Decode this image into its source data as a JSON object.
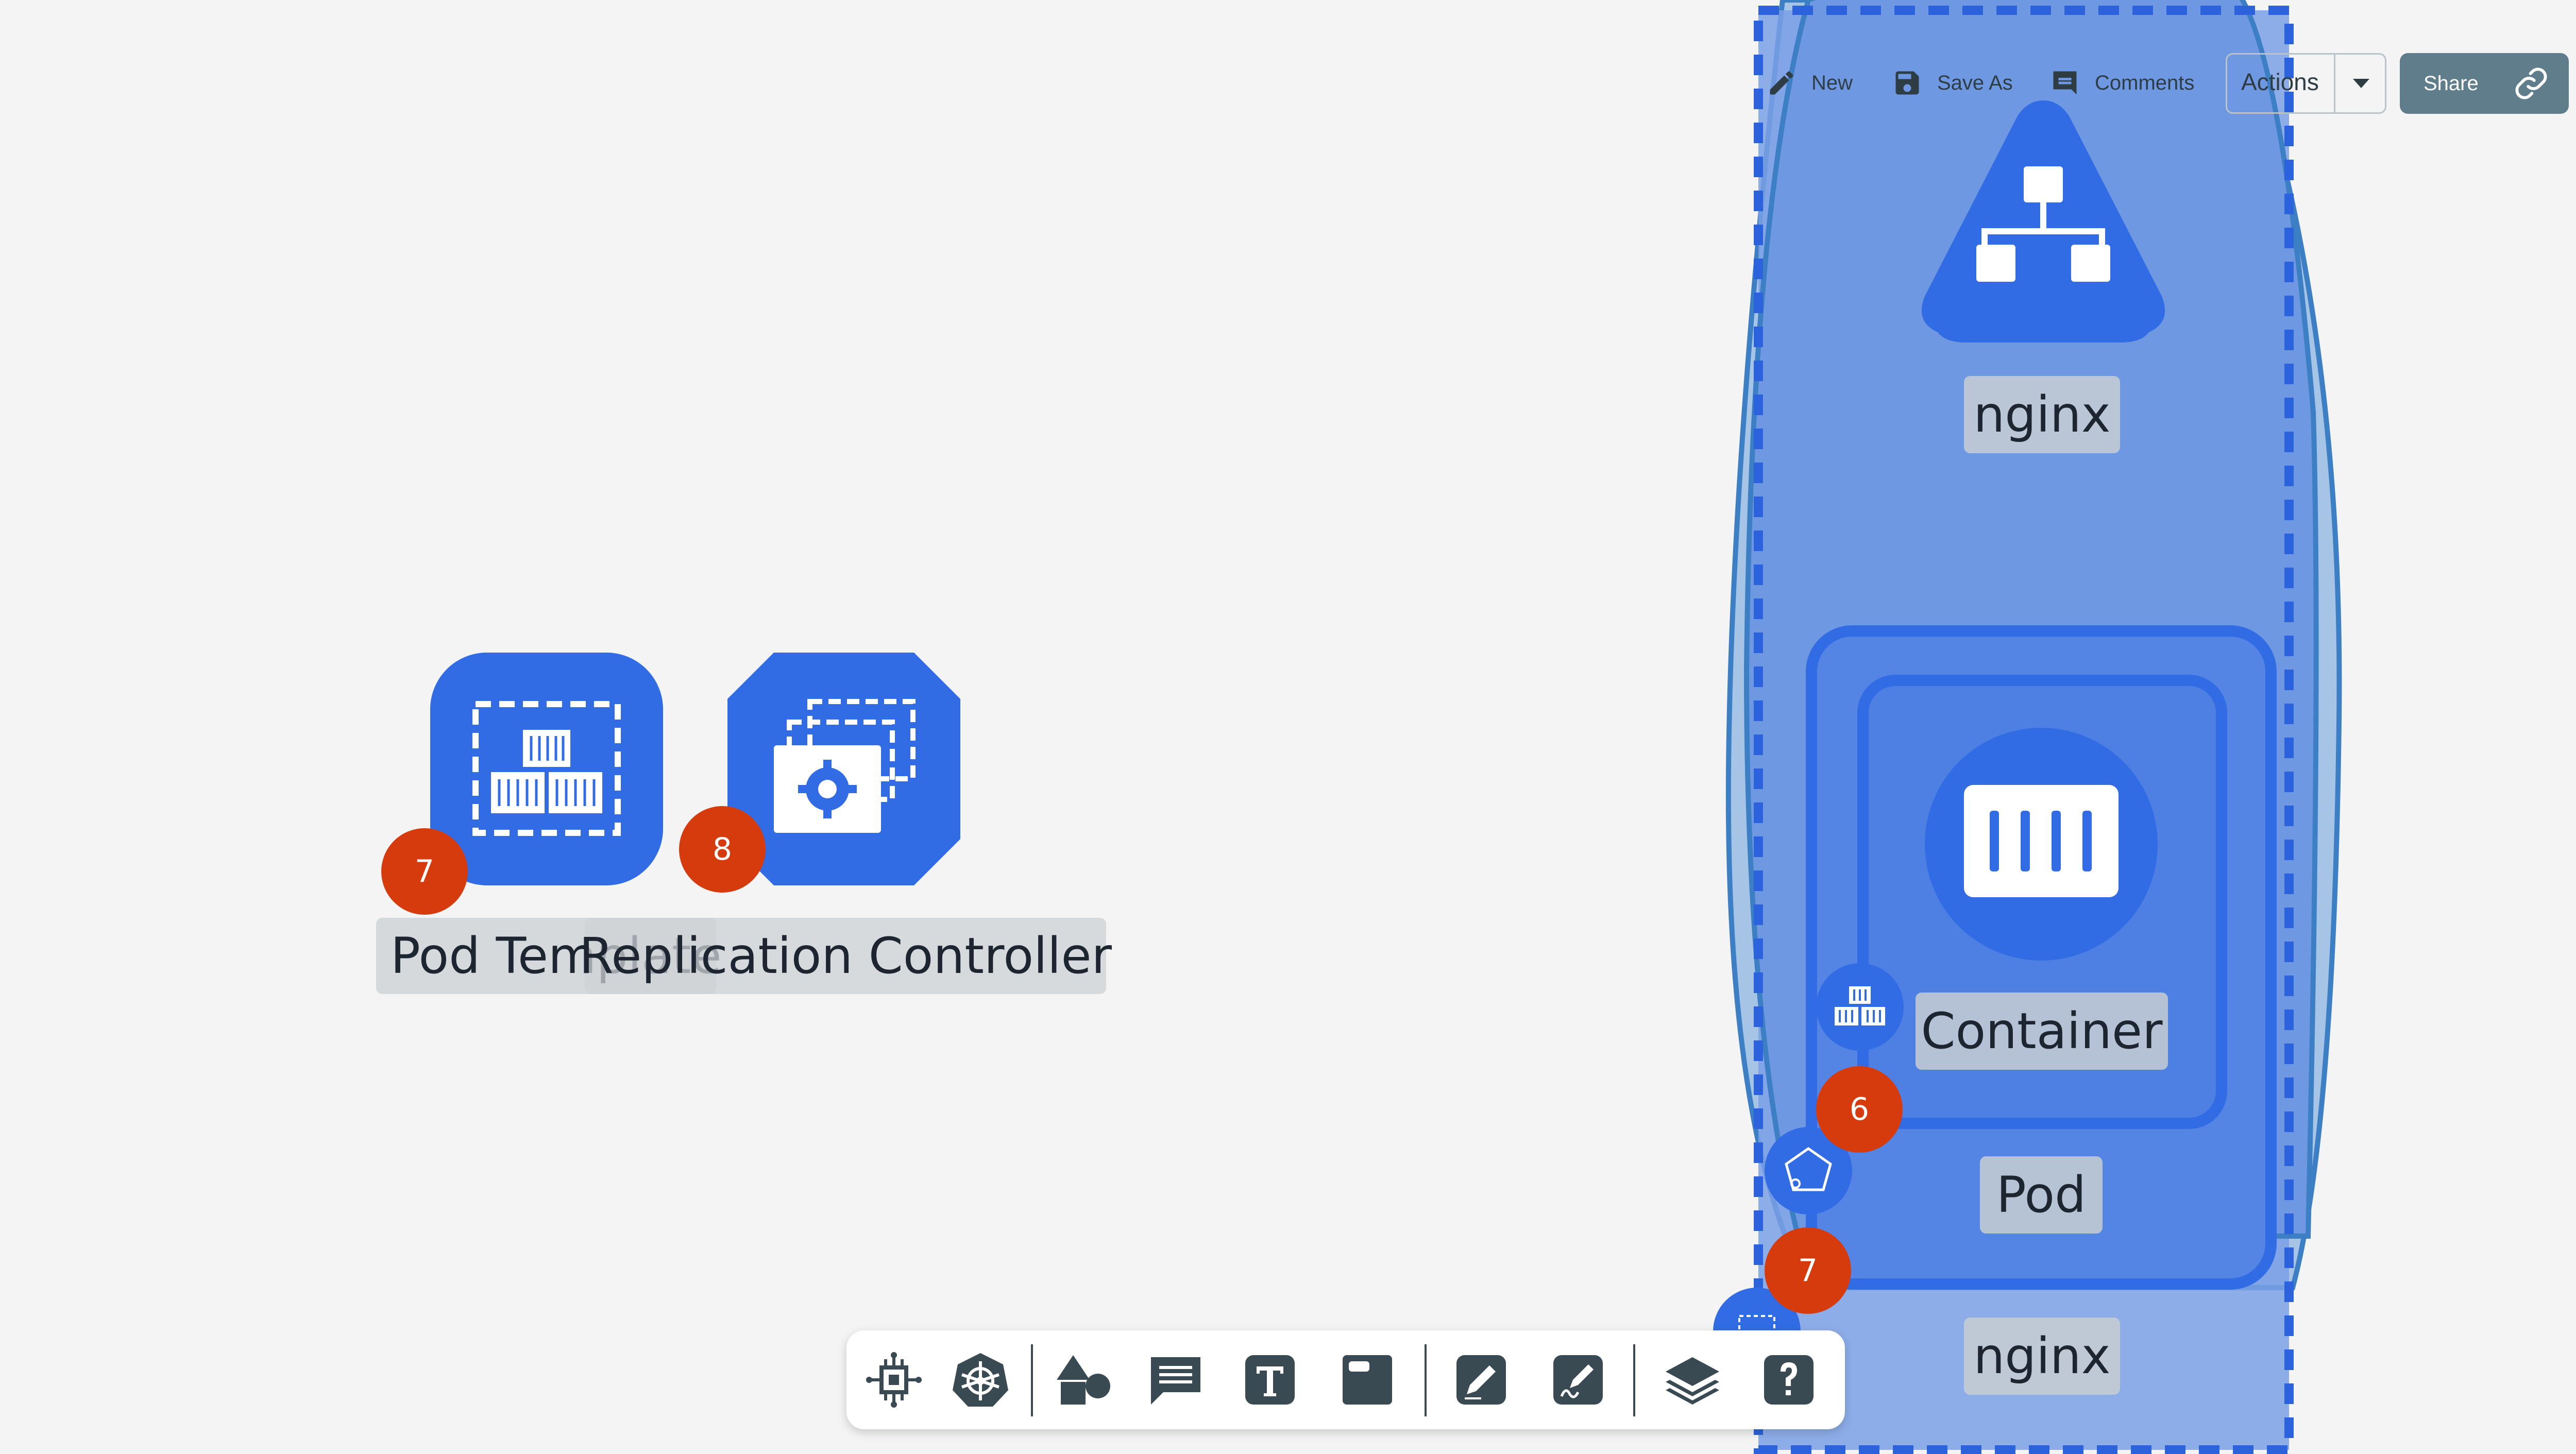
{
  "toolbar": {
    "new_label": "New",
    "save_as_label": "Save As",
    "comments_label": "Comments",
    "actions_label": "Actions",
    "share_label": "Share"
  },
  "canvas": {
    "nodes": {
      "pod_template": {
        "label": "Pod Template",
        "badge": "7"
      },
      "replication_controller": {
        "label": "Replication Controller",
        "badge": "8"
      },
      "service_top": {
        "label": "nginx"
      },
      "container": {
        "label": "Container"
      },
      "pod": {
        "label": "Pod",
        "badge": "6"
      },
      "deployment": {
        "label": "nginx",
        "badge": "7"
      }
    }
  },
  "dock": {
    "items": [
      "components-icon",
      "kubernetes-icon",
      "shapes-icon",
      "comment-icon",
      "text-icon",
      "sticky-note-icon",
      "pen-icon",
      "signature-pen-icon",
      "layers-icon",
      "help-icon"
    ]
  },
  "colors": {
    "kubernetes_blue": "#326ce5",
    "badge_red": "#d63b0d",
    "share_button": "#607d8b",
    "canvas_bg": "#f3f4f3"
  }
}
